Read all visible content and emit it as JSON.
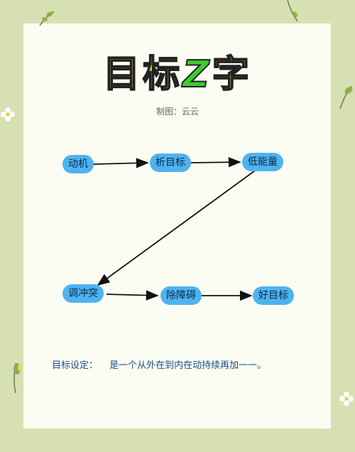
{
  "title": {
    "part1": "目标",
    "part2": "Z",
    "part3": "字"
  },
  "credit": "制图：云云",
  "nodes": [
    "动机",
    "析目标",
    "低能量",
    "调冲突",
    "除障碍",
    "好目标"
  ],
  "footer": {
    "label": "目标设定：",
    "text": "是一个从外在到内在动持续再加一一。"
  }
}
